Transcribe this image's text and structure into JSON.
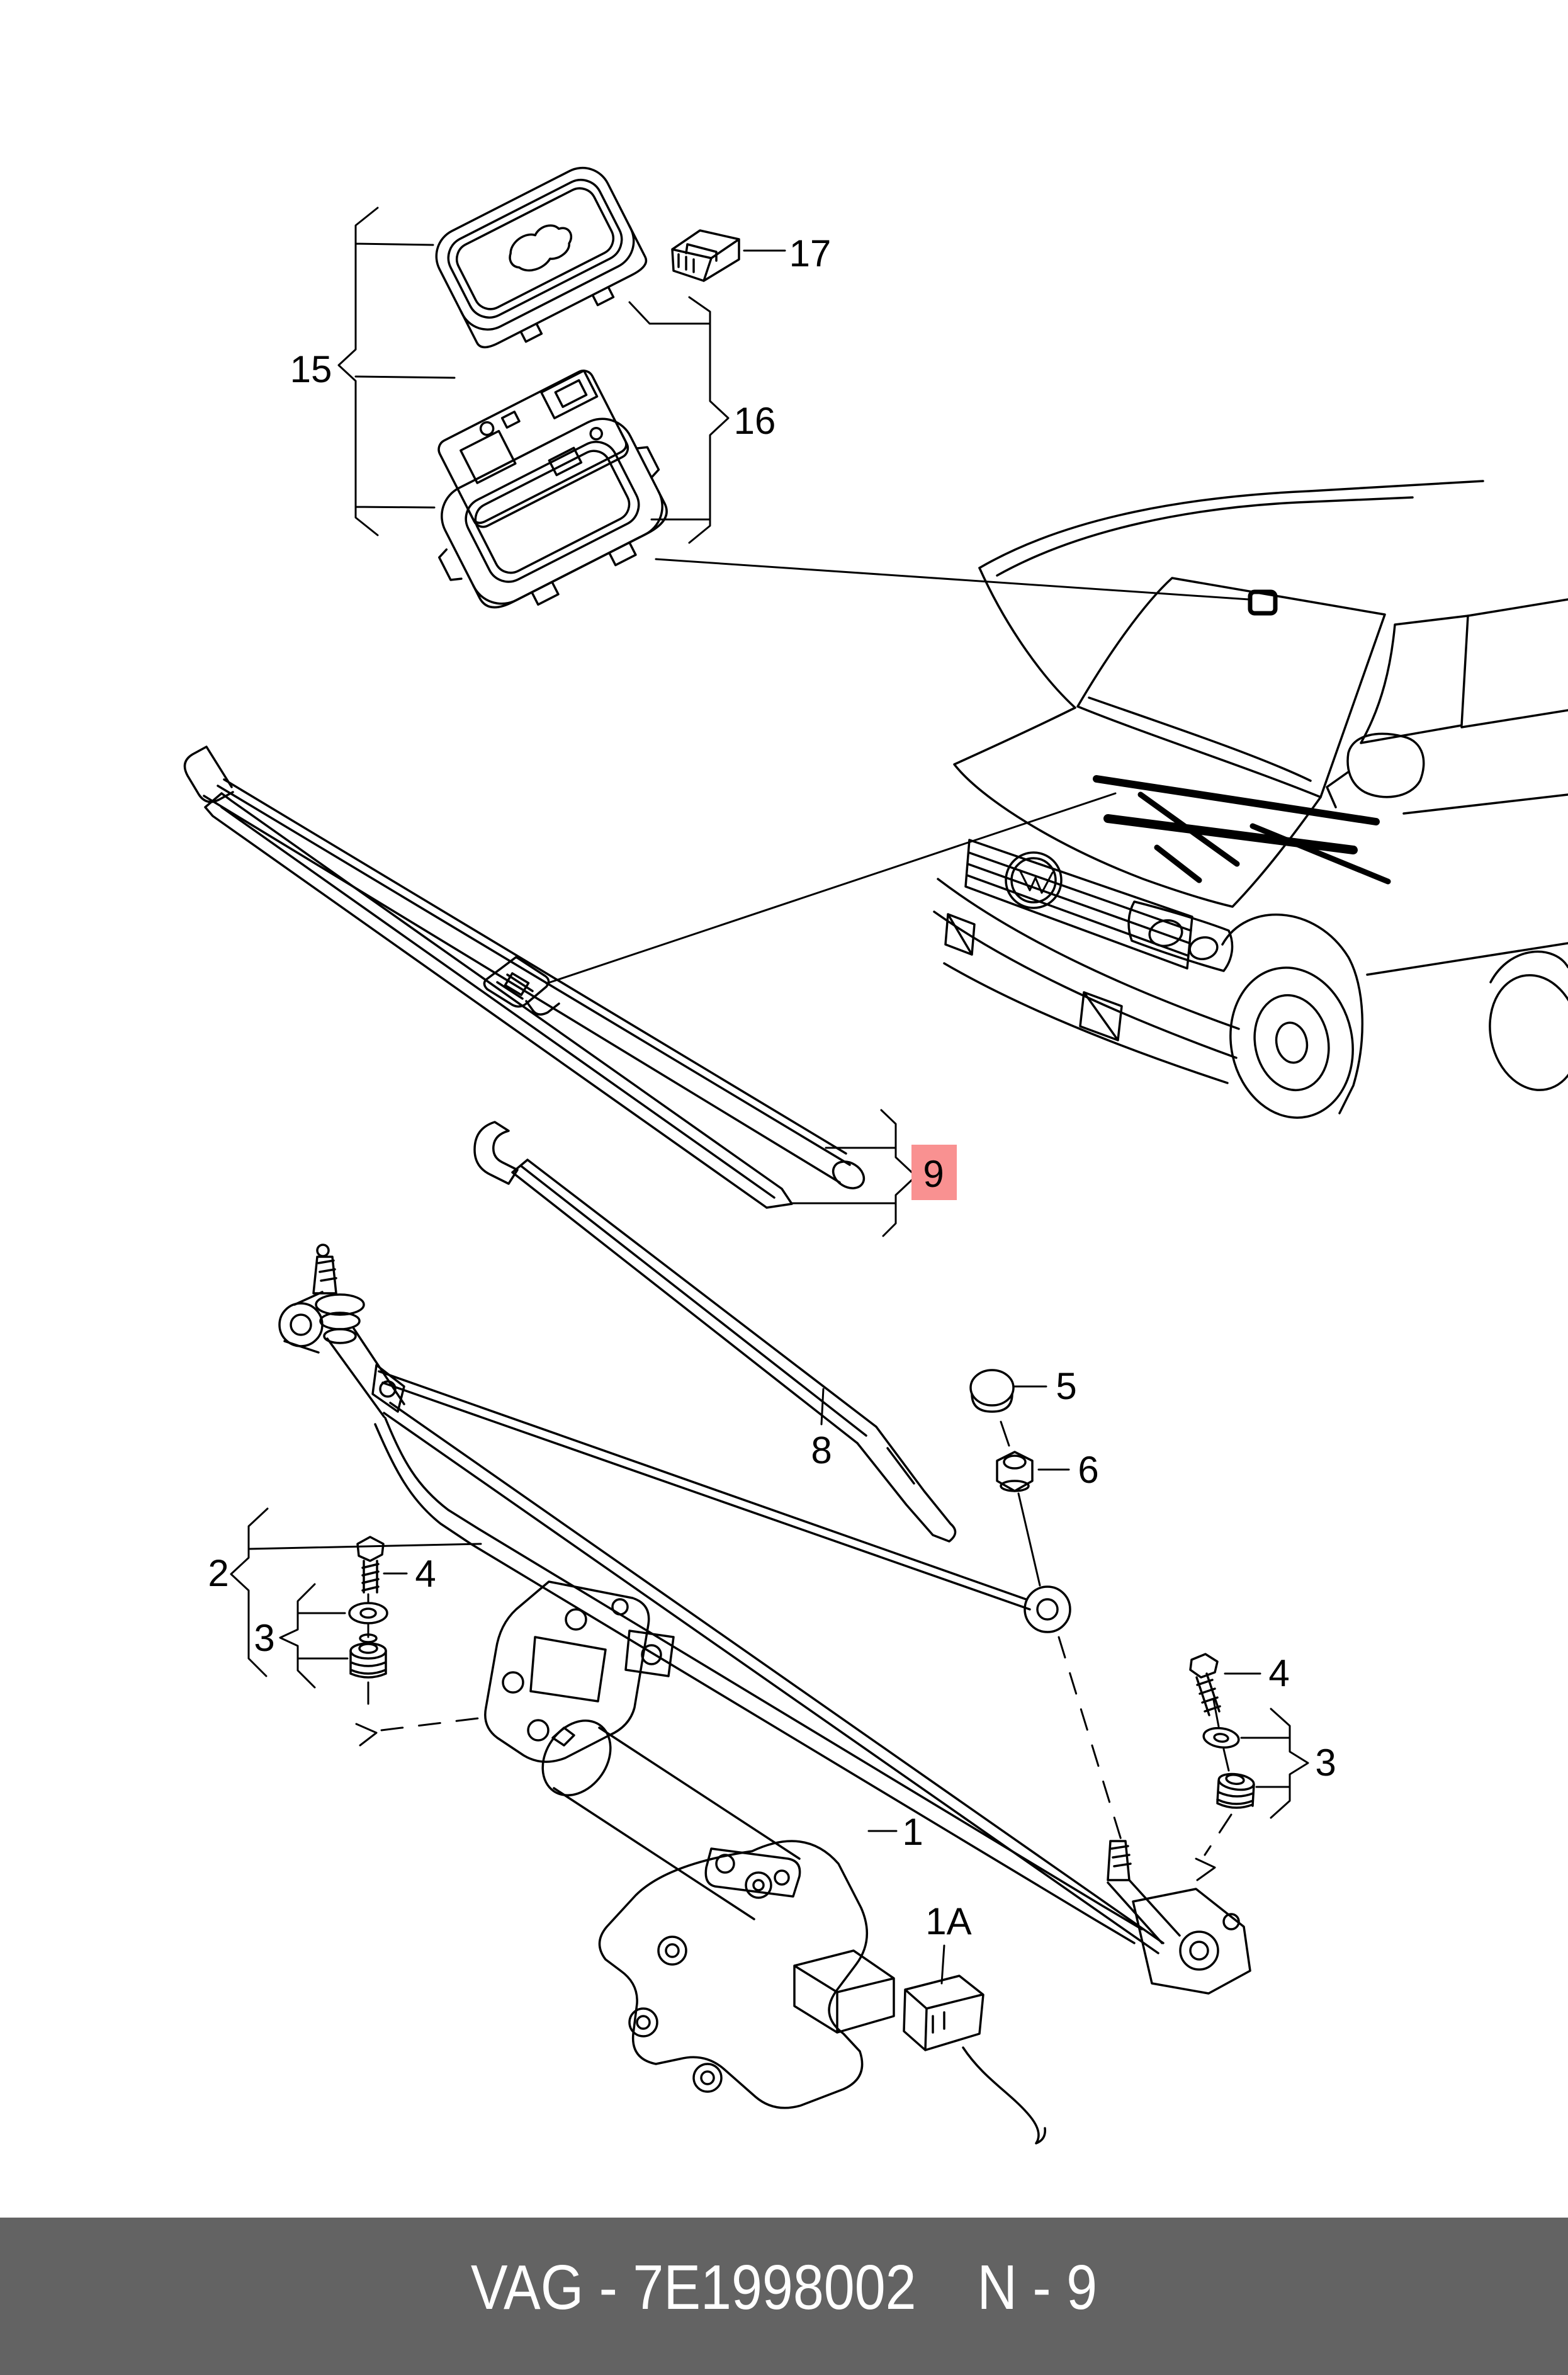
{
  "page": {
    "footer": {
      "brand_code": "VAG - 7E1998002",
      "page_code": "N - 9"
    }
  },
  "labels": {
    "1": "1",
    "1A": "1A",
    "2": "2",
    "3": "3",
    "4": "4",
    "5": "5",
    "6": "6",
    "8": "8",
    "9": "9",
    "15": "15",
    "16": "16",
    "17": "17"
  },
  "highlight": {
    "selected_part": "9",
    "bg": "#f99191",
    "fg": "#8c1b1b"
  },
  "colors": {
    "line": "#000000",
    "background": "#ffffff",
    "footer_bg": "#636363",
    "footer_text": "#ffffff"
  }
}
